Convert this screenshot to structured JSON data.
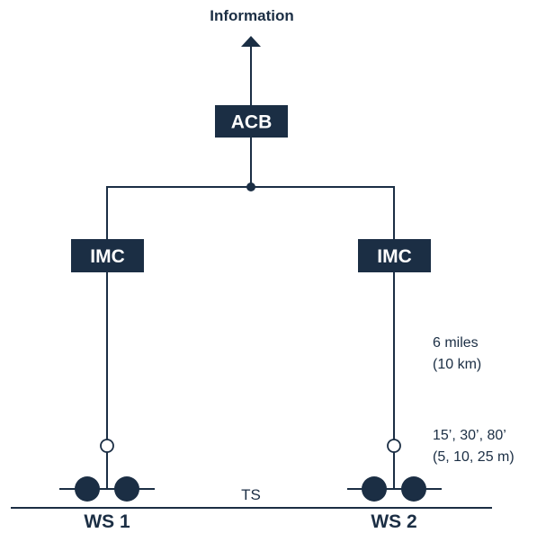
{
  "colors": {
    "primary": "#1b2e44",
    "background": "#ffffff",
    "box_text": "#ffffff"
  },
  "top_label": "Information",
  "nodes": {
    "acb": "ACB",
    "imc_left": "IMC",
    "imc_right": "IMC"
  },
  "distance_note": {
    "line1": "6 miles",
    "line2": "(10 km)"
  },
  "height_note": {
    "line1": "15’, 30’, 80’",
    "line2": "(5, 10, 25 m)"
  },
  "track_label": "TS",
  "stations": {
    "left": "WS 1",
    "right": "WS 2"
  }
}
